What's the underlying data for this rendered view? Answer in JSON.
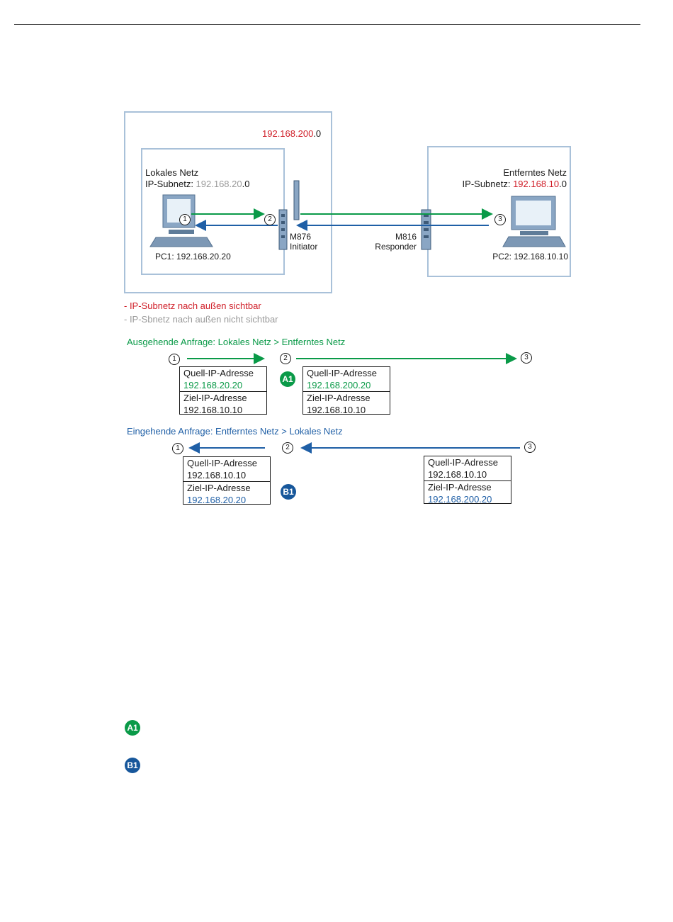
{
  "network": {
    "transfer_net": {
      "red": "192.168.200",
      "black": ".0"
    },
    "local": {
      "title": "Lokales Netz",
      "subnet_label": "IP-Subnetz: ",
      "subnet_gray": "192.168.20",
      "subnet_black": ".0"
    },
    "remote": {
      "title": "Entferntes Netz",
      "subnet_label": "IP-Subnetz: ",
      "subnet_red": "192.168.10",
      "subnet_black": ".0"
    },
    "pc1_label": "PC1: 192.168.20.20",
    "pc2_label": "PC2: 192.168.10.10",
    "router_initiator": {
      "model": "M876",
      "role": "Initiator"
    },
    "router_responder": {
      "model": "M816",
      "role": "Responder"
    },
    "points": [
      "1",
      "2",
      "3"
    ]
  },
  "legend": {
    "visible": "- IP-Subnetz nach außen sichtbar",
    "not_visible": "- IP-Sbnetz nach außen nicht sichtbar"
  },
  "outgoing": {
    "title": "Ausgehende Anfrage: Lokales Netz > Entferntes Netz",
    "box1": {
      "src_label": "Quell-IP-Adresse",
      "src_value": "192.168.20.20",
      "dst_label": "Ziel-IP-Adresse",
      "dst_value": "192.168.10.10"
    },
    "box2": {
      "src_label": "Quell-IP-Adresse",
      "src_value": "192.168.200.20",
      "dst_label": "Ziel-IP-Adresse",
      "dst_value": "192.168.10.10"
    },
    "badge": "A1"
  },
  "incoming": {
    "title": "Eingehende Anfrage: Entferntes Netz > Lokales Netz",
    "box1": {
      "src_label": "Quell-IP-Adresse",
      "src_value": "192.168.10.10",
      "dst_label": "Ziel-IP-Adresse",
      "dst_value": "192.168.20.20"
    },
    "box2": {
      "src_label": "Quell-IP-Adresse",
      "src_value": "192.168.10.10",
      "dst_label": "Ziel-IP-Adresse",
      "dst_value": "192.168.200.20"
    },
    "badge": "B1"
  },
  "footnote_badges": {
    "a": "A1",
    "b": "B1"
  },
  "colors": {
    "green": "#0a9a48",
    "blue": "#1f5fa6",
    "red": "#d0202a",
    "gray": "#9a9a9a",
    "frame": "#a9c1d9"
  }
}
